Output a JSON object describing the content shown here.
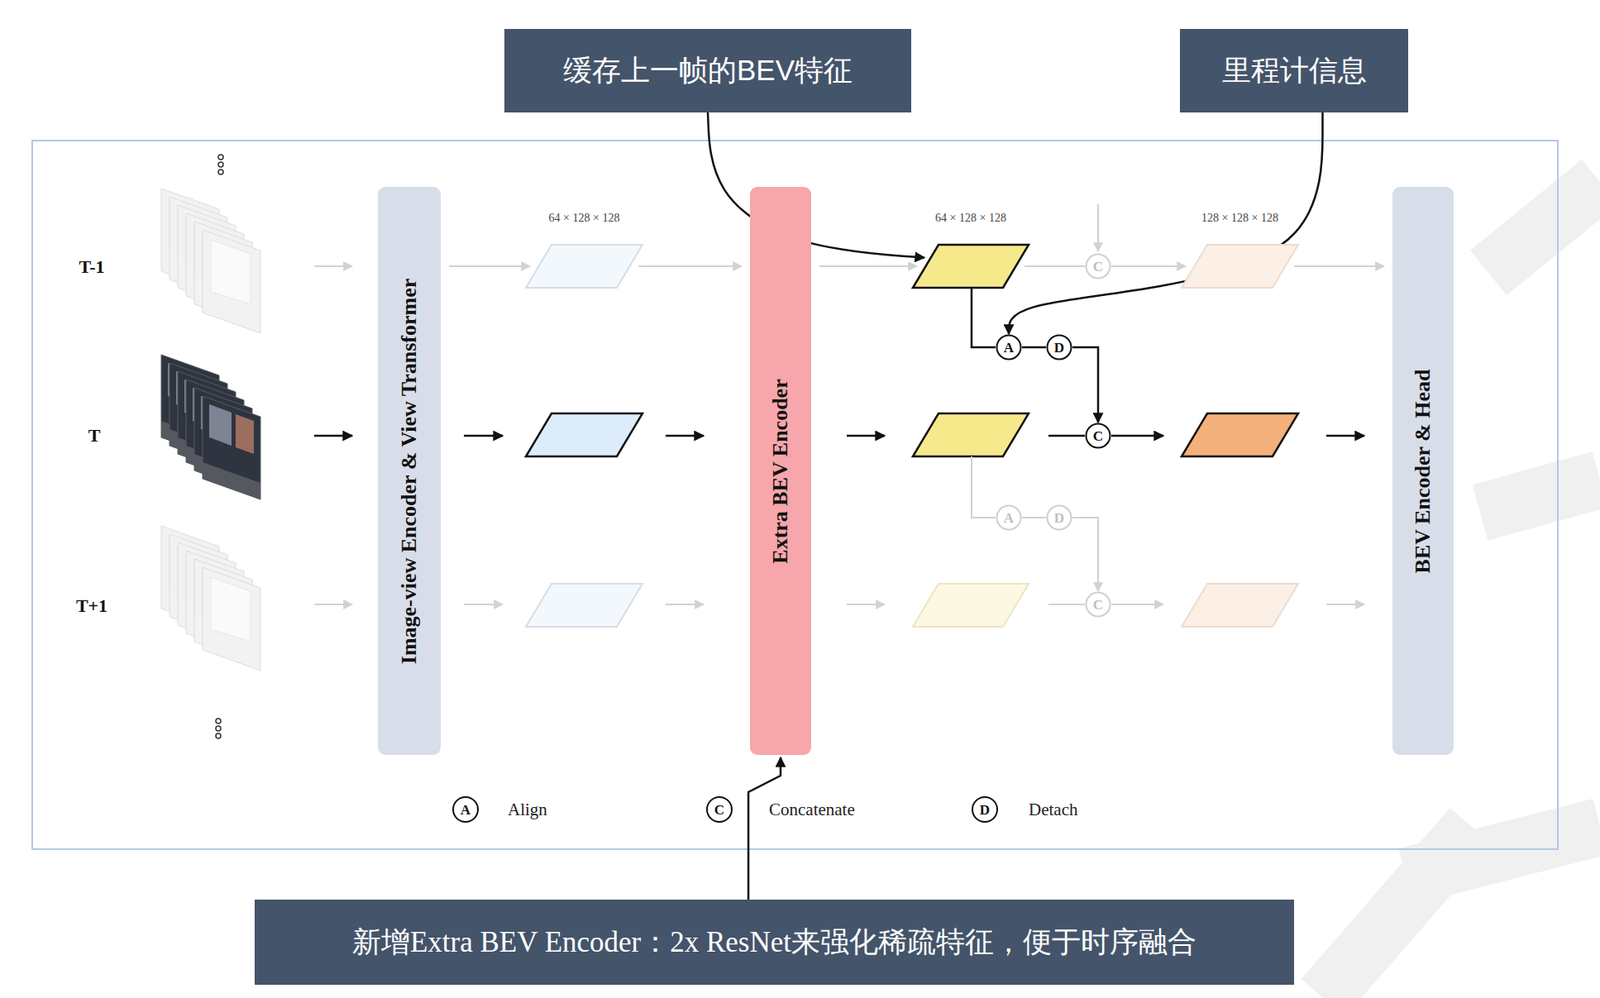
{
  "diagram": {
    "nodes": [
      {
        "text": [
          "缓存上一帧的BEV特征"
        ]
      },
      {
        "text": [
          "里程计信息"
        ]
      },
      {
        "text": [
          "Image-view Encoder & View Transformer"
        ]
      },
      {
        "text": [
          "64 × 128 × 128"
        ]
      },
      {
        "text": [
          "Extra BEV Encoder"
        ]
      },
      {
        "text": [
          "64 × 128 × 128"
        ]
      },
      {
        "text": [
          "C"
        ]
      },
      {
        "text": [
          "128 × 128 × 128"
        ]
      },
      {
        "text": [
          "A"
        ]
      },
      {
        "text": [
          "D"
        ]
      },
      {
        "text": [
          "C"
        ]
      },
      {
        "text": [
          "A"
        ]
      },
      {
        "text": [
          "D"
        ]
      },
      {
        "text": [
          "C"
        ]
      },
      {
        "text": [
          "BEV Encoder & Head"
        ]
      },
      {
        "text": [
          "新增Extra BEV Encoder：2x ResNet来强化稀疏特征，便于时序融合"
        ]
      }
    ],
    "edges": [
      {
        "from": 0,
        "to": 5,
        "arrow": "to"
      },
      {
        "from": 1,
        "to": 8,
        "arrow": "to"
      },
      {
        "from": 15,
        "to": 4,
        "arrow": "to"
      },
      {
        "from": 5,
        "to": 8,
        "arrow": "none"
      },
      {
        "from": 8,
        "to": 9,
        "arrow": "none"
      },
      {
        "from": 9,
        "to": 10,
        "arrow": "to"
      },
      {
        "from": 2,
        "to": 3,
        "arrow": "to"
      },
      {
        "from": 3,
        "to": 4,
        "arrow": "to"
      },
      {
        "from": 4,
        "to": 5,
        "arrow": "to"
      },
      {
        "from": 5,
        "to": 6,
        "arrow": "none"
      },
      {
        "from": 6,
        "to": 7,
        "arrow": "to"
      },
      {
        "from": 7,
        "to": 14,
        "arrow": "to"
      },
      {
        "from": 11,
        "to": 12,
        "arrow": "none"
      },
      {
        "from": 12,
        "to": 13,
        "arrow": "to"
      }
    ],
    "labels": [
      "T-1",
      "T",
      "T+1",
      "A",
      "C",
      "D"
    ],
    "legend": [
      {
        "text": "Align"
      },
      {
        "text": "Concatenate"
      },
      {
        "text": "Detach"
      }
    ]
  }
}
